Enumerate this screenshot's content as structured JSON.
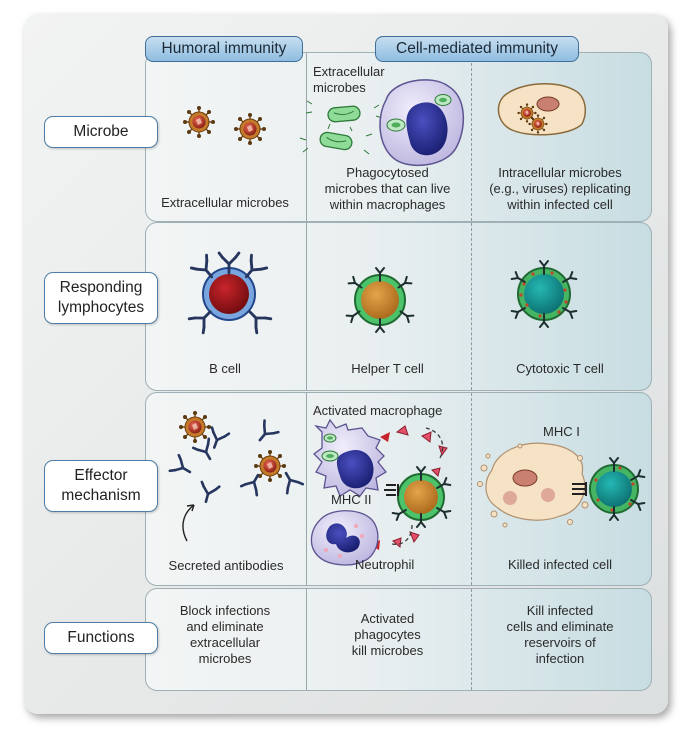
{
  "headers": {
    "humoral": "Humoral immunity",
    "cell_mediated": "Cell-mediated immunity"
  },
  "row_labels": {
    "microbe": "Microbe",
    "lymphocytes_line1": "Responding",
    "lymphocytes_line2": "lymphocytes",
    "effector_line1": "Effector",
    "effector_line2": "mechanism",
    "functions": "Functions"
  },
  "microbe_row": {
    "extracellular_top_line1": "Extracellular",
    "extracellular_top_line2": "microbes",
    "humoral_caption": "Extracellular microbes",
    "phago_line1": "Phagocytosed",
    "phago_line2": "microbes that can live",
    "phago_line3": "within macrophages",
    "intra_line1": "Intracellular microbes",
    "intra_line2": "(e.g., viruses) replicating",
    "intra_line3": "within infected cell"
  },
  "lymphocyte_row": {
    "b_cell": "B cell",
    "helper_t": "Helper T cell",
    "cytotoxic_t": "Cytotoxic T cell"
  },
  "effector_row": {
    "activated_macrophage": "Activated macrophage",
    "mhc_ii": "MHC II",
    "neutrophil": "Neutrophil",
    "mhc_i": "MHC I",
    "secreted_antibodies": "Secreted antibodies",
    "killed_cell": "Killed infected cell"
  },
  "functions_row": {
    "humoral_line1": "Block infections",
    "humoral_line2": "and eliminate",
    "humoral_line3": "extracellular",
    "humoral_line4": "microbes",
    "phago_line1": "Activated",
    "phago_line2": "phagocytes",
    "phago_line3": "kill microbes",
    "cyto_line1": "Kill infected",
    "cyto_line2": "cells and eliminate",
    "cyto_line3": "reservoirs of",
    "cyto_line4": "infection"
  },
  "colors": {
    "b_cell_core": "#9b1116",
    "b_cell_ring": "#2f5fa8",
    "helper_core": "#c8861f",
    "t_ring": "#2aa84a",
    "cyto_core": "#0f8c8c",
    "macrophage": "#c9c4e6",
    "nucleus": "#2b2f8c",
    "bacteria": "#7fd08a",
    "antibody": "#26365e"
  }
}
